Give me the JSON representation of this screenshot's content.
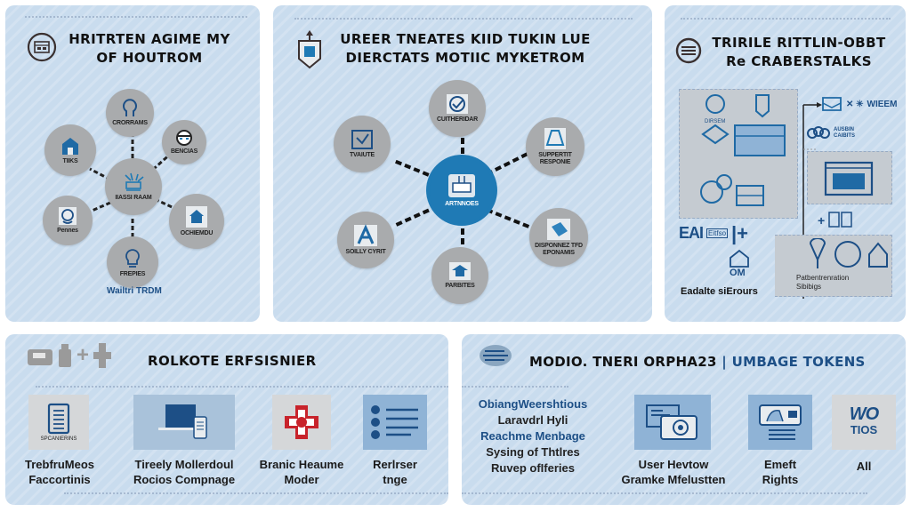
{
  "colors": {
    "panel_bg": "#c9dcee",
    "node_gray": "#a9abad",
    "accent_blue": "#1f7ab5",
    "dark_blue": "#1d4f86",
    "red": "#c8232b"
  },
  "panel1": {
    "title_line1": "HRITRTEN AGIME MY",
    "title_line2": "OF HOUTROM",
    "header_icon": "toolbox-icon",
    "center": {
      "label": "IIASSI RAAM",
      "icon": "plant-icon"
    },
    "nodes": [
      {
        "label": "CRORRAMS",
        "icon": "head-icon"
      },
      {
        "label": "BENCIAS",
        "icon": "face-icon"
      },
      {
        "label": "OCHIEMDU",
        "icon": "lamp-icon"
      },
      {
        "label": "FREPIES",
        "icon": "lightbulb-icon"
      },
      {
        "label": "Pennes",
        "icon": "helmet-icon"
      },
      {
        "label": "TIIKS",
        "icon": "house-icon"
      }
    ],
    "caption": "Wailtri TRDM"
  },
  "panel2": {
    "title_line1": "UREER TNEATES KIID TUKIN LUE",
    "title_line2": "DIERCTATS MOTIIC MYKETROM",
    "header_icon": "shield-icon",
    "center": {
      "label": "ARTNNOES",
      "icon": "machine-icon"
    },
    "nodes": [
      {
        "label": "CUITHERIDAR",
        "icon": "check-circle-icon"
      },
      {
        "label": "SUPPERTIT RESPONIE",
        "icon": "bell-icon"
      },
      {
        "label": "DISPONNEZ TFD EPONAMIS",
        "icon": "folder-icon"
      },
      {
        "label": "PARBITES",
        "icon": "hat-icon"
      },
      {
        "label": "SOILLY CYRIT",
        "icon": "letter-a-icon"
      },
      {
        "label": "TVAIUTE",
        "icon": "check-shield-icon"
      }
    ]
  },
  "panel3": {
    "title_line1": "TRIRILE RITTLIN-OBBT",
    "title_line2": "Re CRABERSTALKS",
    "header_icon": "list-icon",
    "box1_label": "DIRSEM",
    "right_items": [
      {
        "label": "WIEEM",
        "icon": "inbox-icon"
      },
      {
        "label": "AUSBIN CAIBITS",
        "icon": "cloud-icon"
      }
    ],
    "left_glyphs": "EAI",
    "left_small": "Eitfso",
    "left_caption": "Eadalte siErours",
    "right_caption_line1": "Patbentrenration",
    "right_caption_line2": "Sibibigs"
  },
  "panel4": {
    "title": "ROLKOTE ERFSISNIER",
    "tiles": [
      {
        "icon": "document-icon",
        "inner_label": "SPCANIERINS",
        "label_line1": "TrebfruMeos",
        "label_line2": "Faccortinis"
      },
      {
        "icon": "monitor-icon",
        "label_line1": "Tireely Mollerdoul",
        "label_line2": "Rocios Compnage"
      },
      {
        "icon": "medical-cross-icon",
        "label_line1": "Branic Heaume",
        "label_line2": "Moder"
      },
      {
        "icon": "checklist-icon",
        "label_line1": "Rerlrser",
        "label_line2": "tnge"
      }
    ]
  },
  "panel5": {
    "title_main": "MODIO. TNERI ORPHA23",
    "title_accent": "UMBAGE TOKENS",
    "list": [
      {
        "text": "ObiangWeershtious",
        "blue": true
      },
      {
        "text": "Laravdrl Hyli",
        "blue": false
      },
      {
        "text": "Reachme Menbage",
        "blue": true
      },
      {
        "text": "Sysing of Thtlres",
        "blue": false
      },
      {
        "text": "Ruvep ofIferies",
        "blue": false
      }
    ],
    "tiles": [
      {
        "icon": "user-review-icon",
        "label_line1": "User Hevtow",
        "label_line2": "Gramke Mfelustten"
      },
      {
        "icon": "rights-icon",
        "label_line1": "Emeft",
        "label_line2": "Rights"
      },
      {
        "icon": "wo-logo-icon",
        "logo_line1": "WO",
        "logo_line2": "TIOS",
        "label_line1": "All",
        "label_line2": ""
      }
    ]
  }
}
